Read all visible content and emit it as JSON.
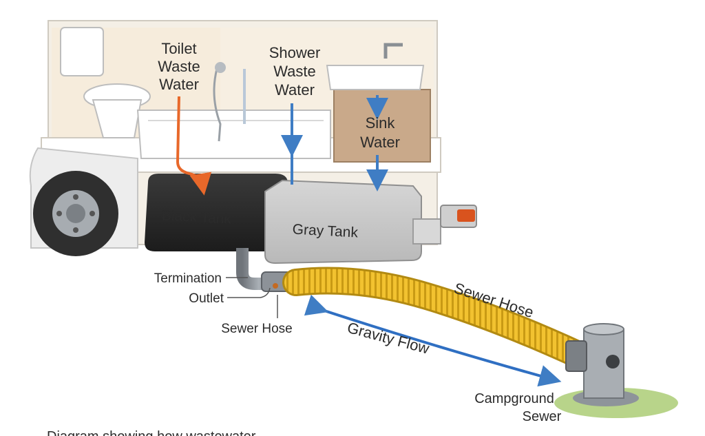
{
  "labels": {
    "toilet": [
      "Toilet",
      "Waste",
      "Water"
    ],
    "shower": [
      "Shower",
      "Waste",
      "Water"
    ],
    "sink": [
      "Sink",
      "Water"
    ],
    "black_tank": "Black Tank",
    "gray_tank": "Gray Tank",
    "termination": "Termination",
    "outlet": "Outlet",
    "sewer_hose_bottom": "Sewer Hose",
    "sewer_hose_curved": "Sewer Hose",
    "gravity_flow": "Gravity Flow",
    "campground": [
      "Campground",
      "Sewer"
    ],
    "caption_partial": "Diagram showing how wastewater..."
  },
  "colors": {
    "toilet_arrow": "#e8682a",
    "water_arrow": "#3f7dc4",
    "hose": "#f2c230",
    "black_tank": "#2a2a2a",
    "gray_tank": "#c9c9c9"
  },
  "icons": [
    "toilet-icon",
    "shower-icon",
    "sink-icon",
    "wheel-icon",
    "tail-light-icon",
    "sewer-pipe-icon"
  ]
}
